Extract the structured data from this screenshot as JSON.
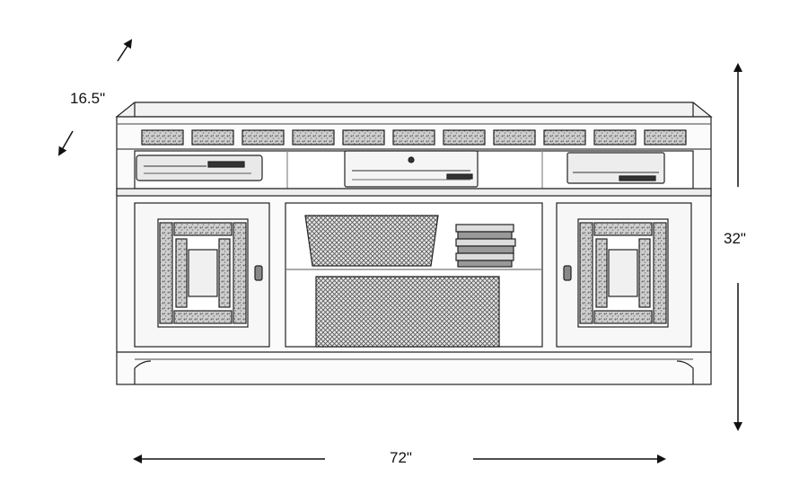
{
  "dimensions": {
    "depth": "16.5\"",
    "height": "32\"",
    "width": "72\""
  },
  "colors": {
    "line": "#222222",
    "sketch": "#555555",
    "background": "#ffffff"
  }
}
